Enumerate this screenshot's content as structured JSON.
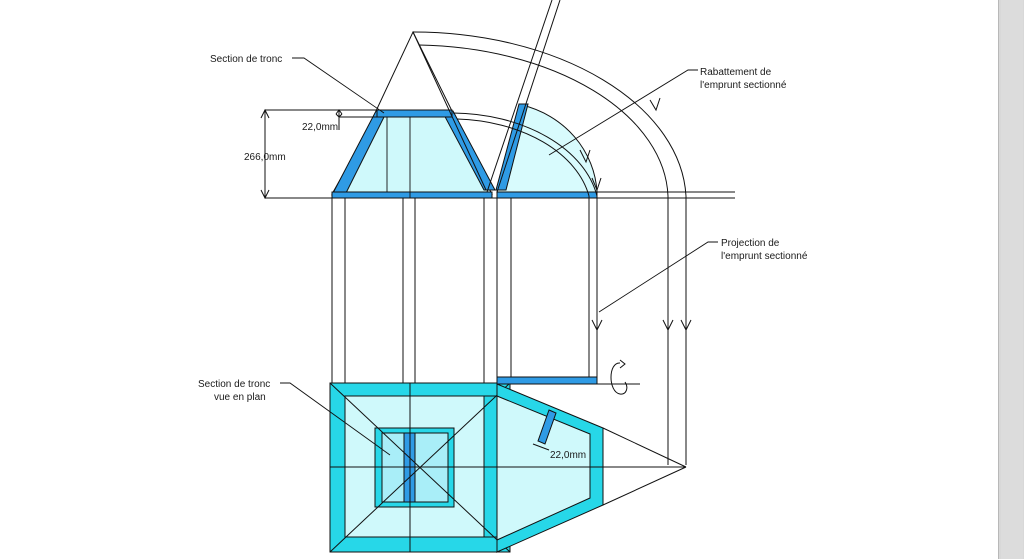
{
  "labels": {
    "section_tronc": "Section de tronc",
    "rabattement_line1": "Rabattement de",
    "rabattement_line2": "l'emprunt sectionné",
    "projection_line1": "Projection de",
    "projection_line2": "l'emprunt sectionné",
    "section_plan_line1": "Section de tronc",
    "section_plan_line2": "vue en plan"
  },
  "dimensions": {
    "thickness_top": "22,0mm",
    "height": "266,0mm",
    "thickness_plan": "22,0mm"
  },
  "colors": {
    "section_blue": "#2f9be5",
    "section_cyan": "#27d7e8",
    "fill_light_cyan": "#cff9fb",
    "scrollbar": "#d8d8d8"
  }
}
